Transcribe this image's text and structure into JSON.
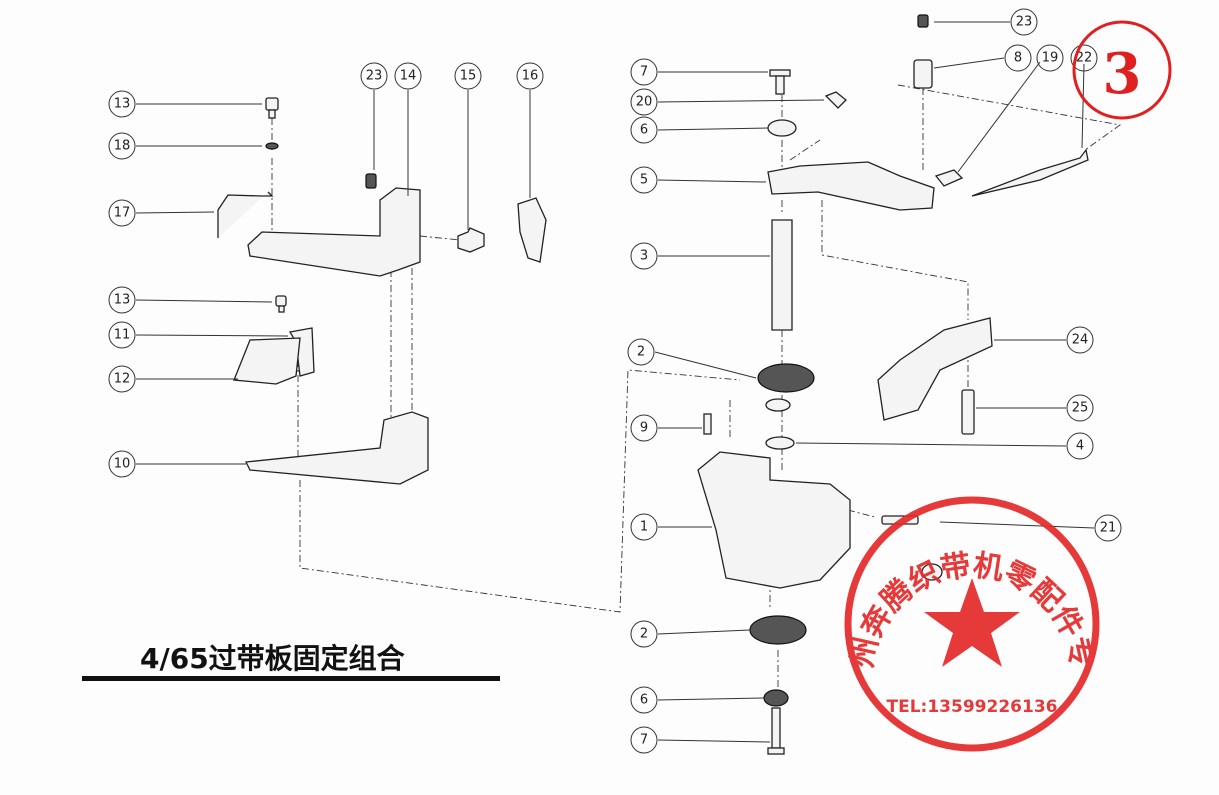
{
  "title": "4/65过带板固定组合",
  "sheet_number": "3",
  "stamp": {
    "company": "泉州奔腾织带机零配件专营",
    "phone": "TEL:13599226136"
  },
  "callouts": [
    {
      "id": "c13a",
      "label": "13"
    },
    {
      "id": "c18",
      "label": "18"
    },
    {
      "id": "c17",
      "label": "17"
    },
    {
      "id": "c23a",
      "label": "23"
    },
    {
      "id": "c14",
      "label": "14"
    },
    {
      "id": "c15",
      "label": "15"
    },
    {
      "id": "c16",
      "label": "16"
    },
    {
      "id": "c13b",
      "label": "13"
    },
    {
      "id": "c11",
      "label": "11"
    },
    {
      "id": "c12",
      "label": "12"
    },
    {
      "id": "c10",
      "label": "10"
    },
    {
      "id": "c7a",
      "label": "7"
    },
    {
      "id": "c20",
      "label": "20"
    },
    {
      "id": "c6a",
      "label": "6"
    },
    {
      "id": "c5",
      "label": "5"
    },
    {
      "id": "c3",
      "label": "3"
    },
    {
      "id": "c2a",
      "label": "2"
    },
    {
      "id": "c9",
      "label": "9"
    },
    {
      "id": "c1",
      "label": "1"
    },
    {
      "id": "c2b",
      "label": "2"
    },
    {
      "id": "c6b",
      "label": "6"
    },
    {
      "id": "c7b",
      "label": "7"
    },
    {
      "id": "c23b",
      "label": "23"
    },
    {
      "id": "c8",
      "label": "8"
    },
    {
      "id": "c19",
      "label": "19"
    },
    {
      "id": "c22",
      "label": "22"
    },
    {
      "id": "c24",
      "label": "24"
    },
    {
      "id": "c25",
      "label": "25"
    },
    {
      "id": "c4",
      "label": "4"
    },
    {
      "id": "c21",
      "label": "21"
    }
  ],
  "colors": {
    "stamp_red": "#e52a2a",
    "ink": "#222222"
  }
}
